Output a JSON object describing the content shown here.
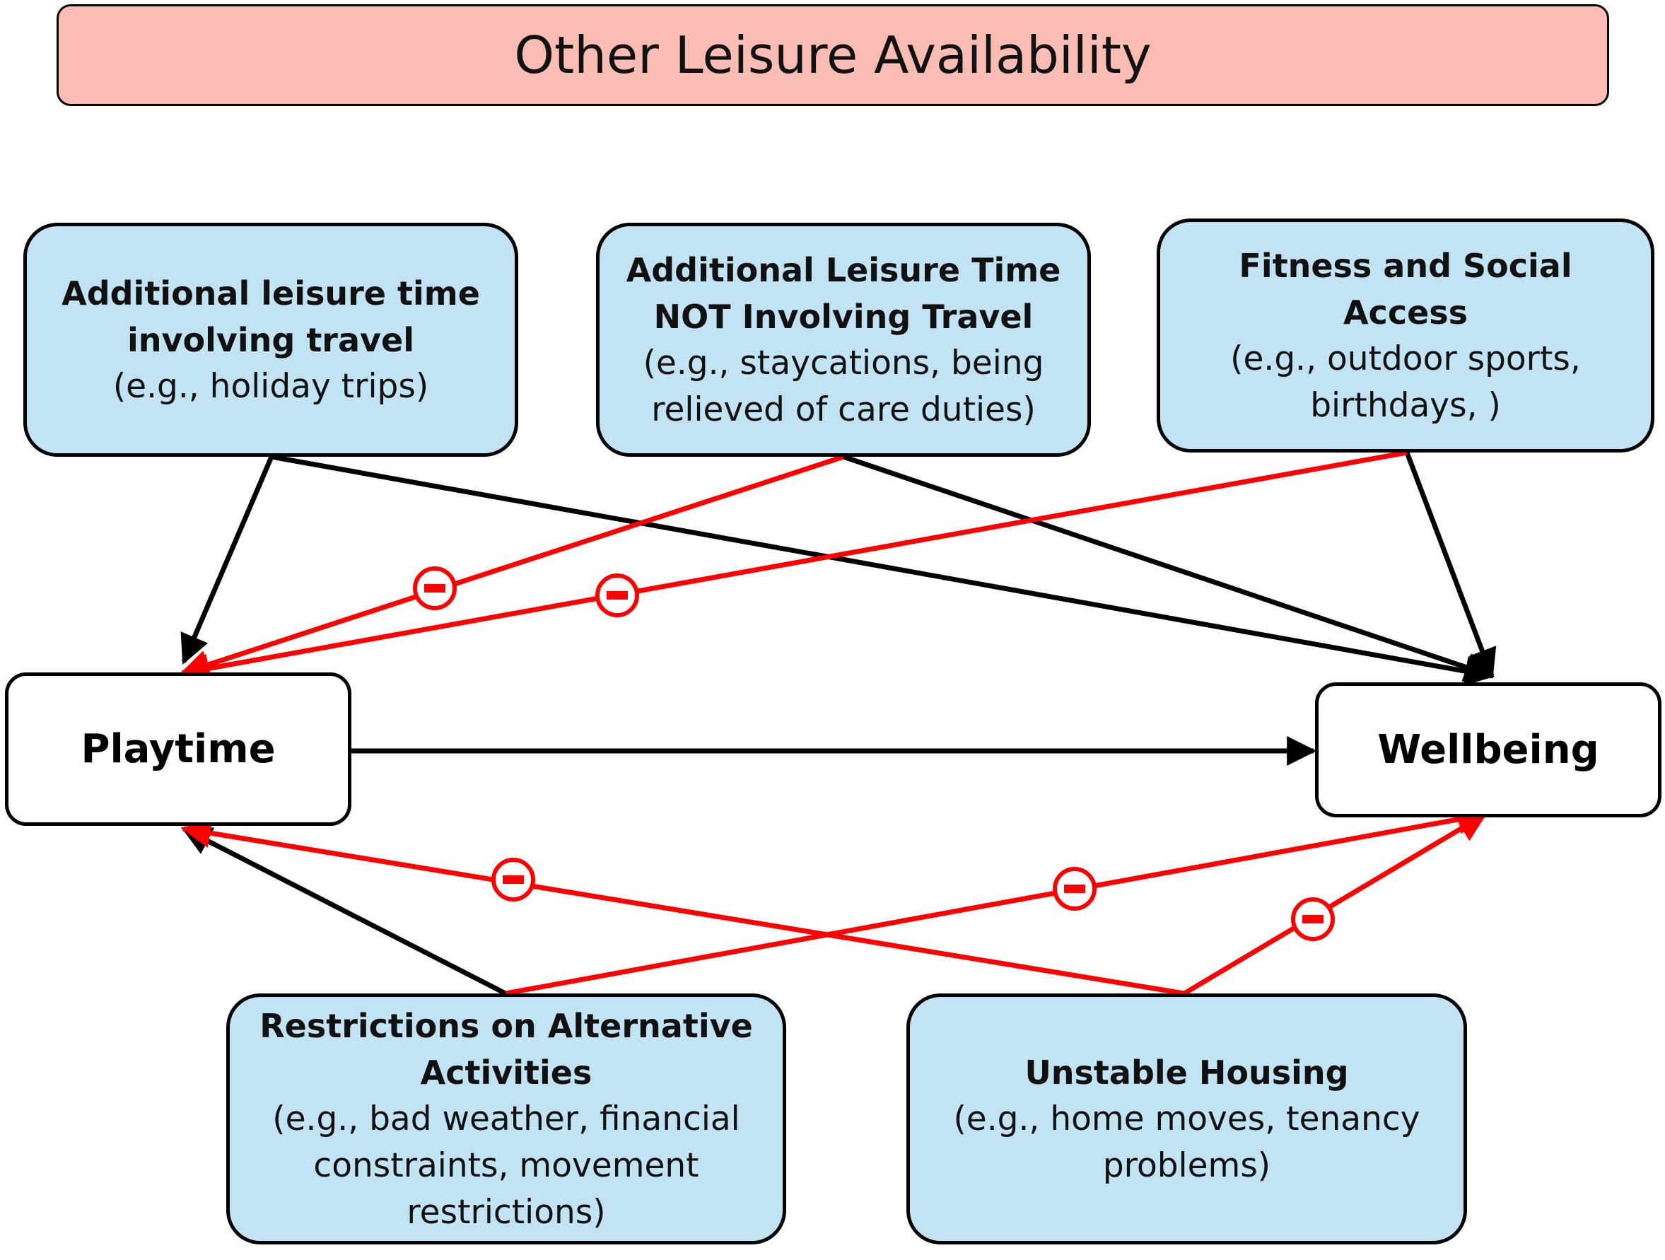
{
  "banner": {
    "label": "Other Leisure Availability",
    "fill_color": "#fbbcb4"
  },
  "colors": {
    "factor_box_fill": "#c2e3f3",
    "positive_link": "#000000",
    "negative_link": "#ff0000"
  },
  "factors": {
    "travel_leisure": {
      "title_line1": "Additional leisure time",
      "title_line2": "involving travel",
      "example_line1": "(e.g., holiday trips)"
    },
    "non_travel_leisure": {
      "title_line1": "Additional Leisure Time",
      "title_line2": "NOT Involving Travel",
      "example_line1": "(e.g., staycations, being",
      "example_line2": "relieved of care duties)"
    },
    "fitness_social": {
      "title_line1": "Fitness and Social",
      "title_line2": "Access",
      "example_line1": "(e.g., outdoor sports,",
      "example_line2": "birthdays, )"
    },
    "restrictions": {
      "title_line1": "Restrictions on Alternative",
      "title_line2": "Activities",
      "example_line1": "(e.g., bad weather, financial",
      "example_line2": "constraints, movement",
      "example_line3": "restrictions)"
    },
    "unstable_housing": {
      "title_line1": "Unstable Housing",
      "example_line1": "(e.g., home moves, tenancy",
      "example_line2": "problems)"
    }
  },
  "outcomes": {
    "playtime": "Playtime",
    "wellbeing": "Wellbeing"
  },
  "links": [
    {
      "from": "Additional leisure time involving travel",
      "to": "Playtime",
      "effect": "positive"
    },
    {
      "from": "Additional leisure time involving travel",
      "to": "Wellbeing",
      "effect": "positive"
    },
    {
      "from": "Additional Leisure Time NOT Involving Travel",
      "to": "Playtime",
      "effect": "negative"
    },
    {
      "from": "Additional Leisure Time NOT Involving Travel",
      "to": "Wellbeing",
      "effect": "positive"
    },
    {
      "from": "Fitness and Social Access",
      "to": "Playtime",
      "effect": "negative"
    },
    {
      "from": "Fitness and Social Access",
      "to": "Wellbeing",
      "effect": "positive"
    },
    {
      "from": "Playtime",
      "to": "Wellbeing",
      "effect": "positive"
    },
    {
      "from": "Restrictions on Alternative Activities",
      "to": "Playtime",
      "effect": "positive"
    },
    {
      "from": "Restrictions on Alternative Activities",
      "to": "Wellbeing",
      "effect": "negative"
    },
    {
      "from": "Unstable Housing",
      "to": "Playtime",
      "effect": "negative"
    },
    {
      "from": "Unstable Housing",
      "to": "Wellbeing",
      "effect": "negative"
    }
  ]
}
